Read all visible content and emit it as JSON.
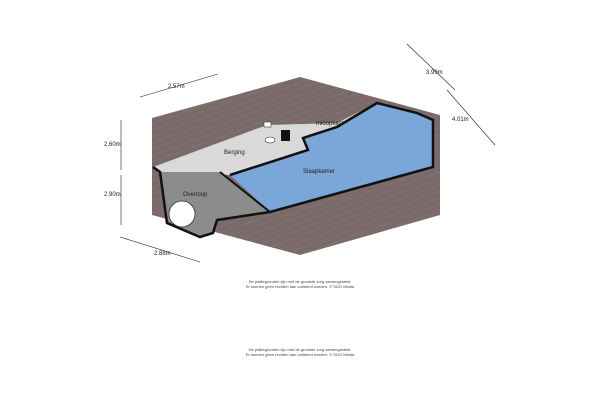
{
  "rooms": {
    "inloopkast": "Inloopkast",
    "berging": "Berging",
    "slaapkamer": "Slaapkamer",
    "overloop": "Overloop"
  },
  "dimensions": {
    "top_left": "2.57m",
    "top_right": "3.99m",
    "right": "4.01m",
    "left_upper": "2.60m",
    "left_lower": "2.90m",
    "bottom_left": "2.88m"
  },
  "disclaimer": {
    "line1": "De plattegronden zijn met de grootste zorg samengesteld.",
    "line2": "Er kunnen geen rechten aan ontleend worden. © SGO Media"
  },
  "colors": {
    "roof": "#7a6a6a",
    "bedroom": "#7aa6d8",
    "floor_light": "#d9d9d9",
    "floor_dark": "#8c8c8c",
    "wall": "#111111"
  }
}
